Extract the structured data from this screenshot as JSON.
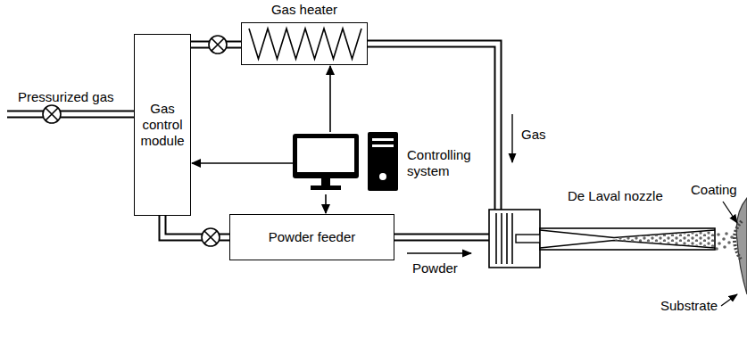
{
  "diagram": {
    "nodes": [
      {
        "text": [
          "Gas control module"
        ]
      },
      {
        "text": [
          "Gas heater"
        ]
      },
      {
        "text": [
          "Powder feeder"
        ]
      },
      {
        "text": [
          "Controlling system"
        ]
      },
      {
        "text": [
          "De Laval nozzle"
        ]
      }
    ],
    "edges": [
      {
        "from": 3,
        "to": 0,
        "arrow": "to"
      },
      {
        "from": 3,
        "to": 1,
        "arrow": "to"
      },
      {
        "from": 3,
        "to": 2,
        "arrow": "to"
      },
      {
        "from": 0,
        "to": 1,
        "arrow": "none"
      },
      {
        "from": 0,
        "to": 2,
        "arrow": "none"
      },
      {
        "from": 1,
        "to": 4,
        "arrow": "none"
      },
      {
        "from": 2,
        "to": 4,
        "arrow": "none"
      }
    ],
    "labels": [
      "Pressurized gas",
      "Gas",
      "Powder",
      "Coating",
      "Substrate"
    ]
  }
}
